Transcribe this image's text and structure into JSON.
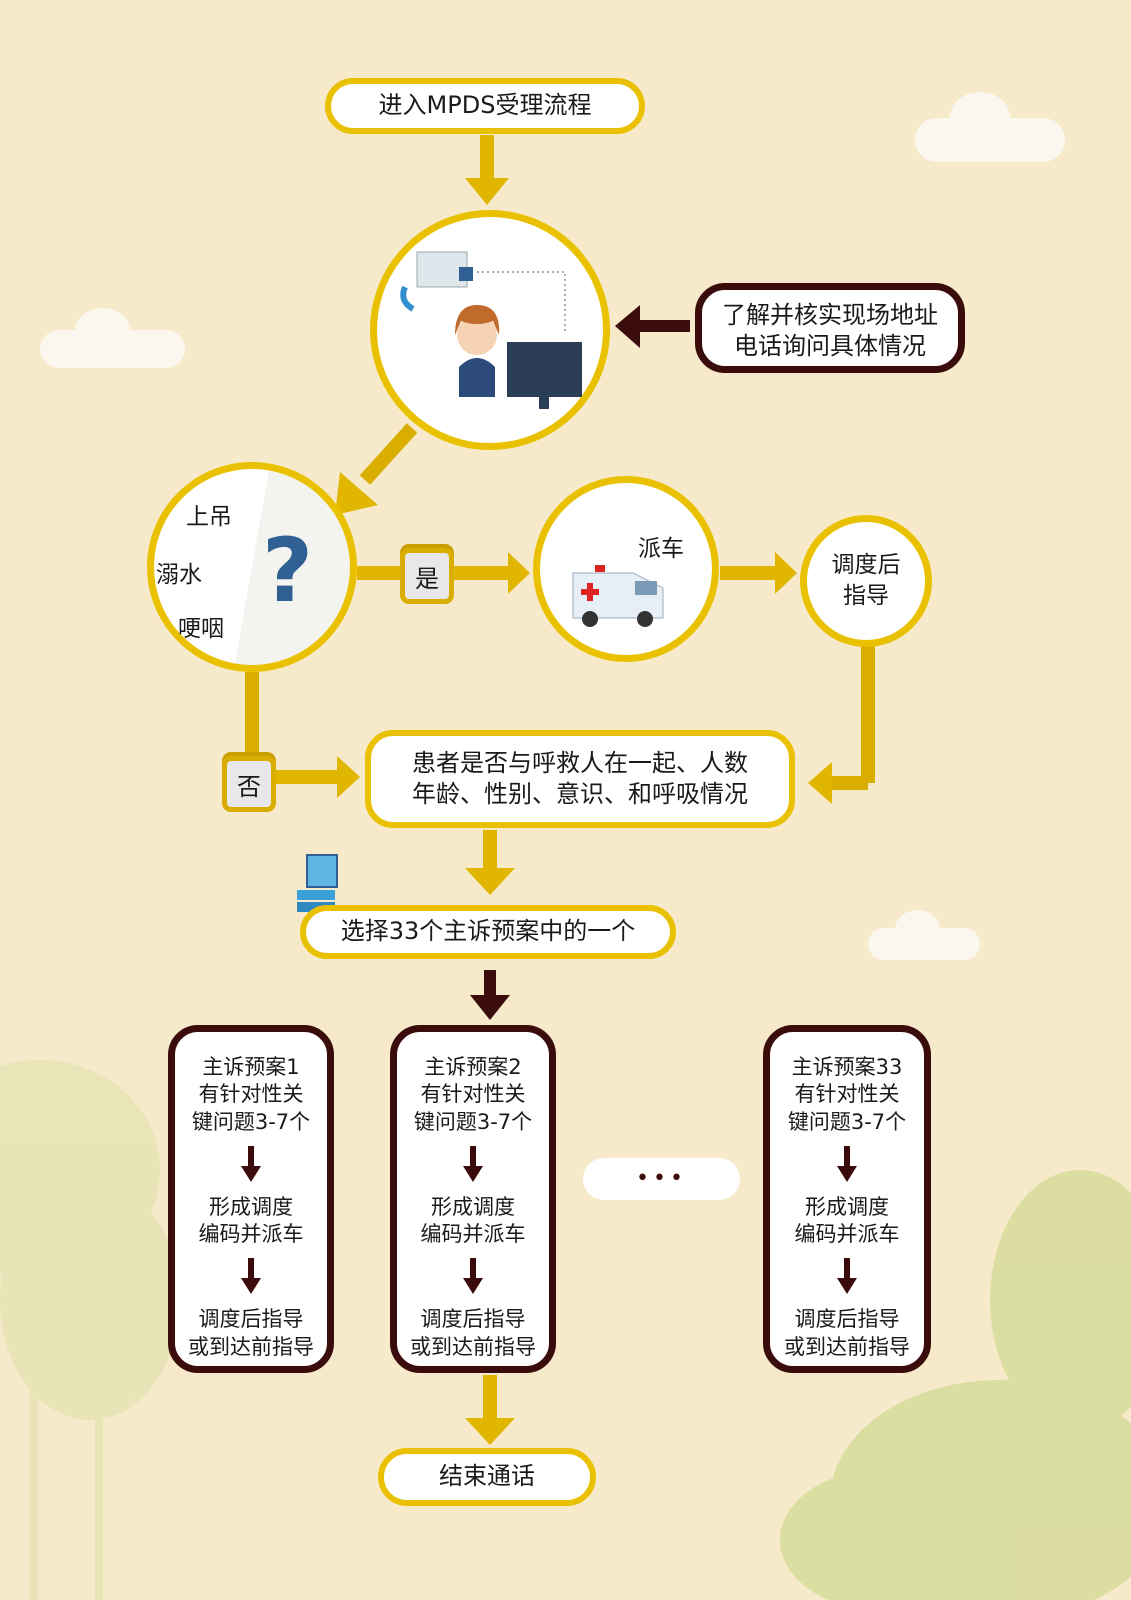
{
  "start": "进入MPDS受理流程",
  "verify": [
    "了解并核实现场地址",
    "电话询问具体情况"
  ],
  "question": {
    "items": [
      "上吊",
      "溺水",
      "哽咽"
    ],
    "mark": "?"
  },
  "yes": "是",
  "no": "否",
  "dispatch": "派车",
  "post_guide": [
    "调度后",
    "指导"
  ],
  "patient_info": [
    "患者是否与呼救人在一起、人数",
    "年龄、性别、意识、和呼吸情况"
  ],
  "select": "选择33个主诉预案中的一个",
  "plans": [
    {
      "title": "主诉预案1",
      "q": [
        "有针对性关",
        "键问题3-7个"
      ],
      "code": [
        "形成调度",
        "编码并派车"
      ],
      "guide": [
        "调度后指导",
        "或到达前指导"
      ]
    },
    {
      "title": "主诉预案2",
      "q": [
        "有针对性关",
        "键问题3-7个"
      ],
      "code": [
        "形成调度",
        "编码并派车"
      ],
      "guide": [
        "调度后指导",
        "或到达前指导"
      ]
    },
    {
      "title": "主诉预案33",
      "q": [
        "有针对性关",
        "键问题3-7个"
      ],
      "code": [
        "形成调度",
        "编码并派车"
      ],
      "guide": [
        "调度后指导",
        "或到达前指导"
      ]
    }
  ],
  "ellipsis": "•••",
  "end": "结束通话",
  "colors": {
    "bg": "#f6eaca",
    "yellow": "#eac100",
    "dark": "#3a0c0c",
    "blue": "#2f5f93"
  }
}
